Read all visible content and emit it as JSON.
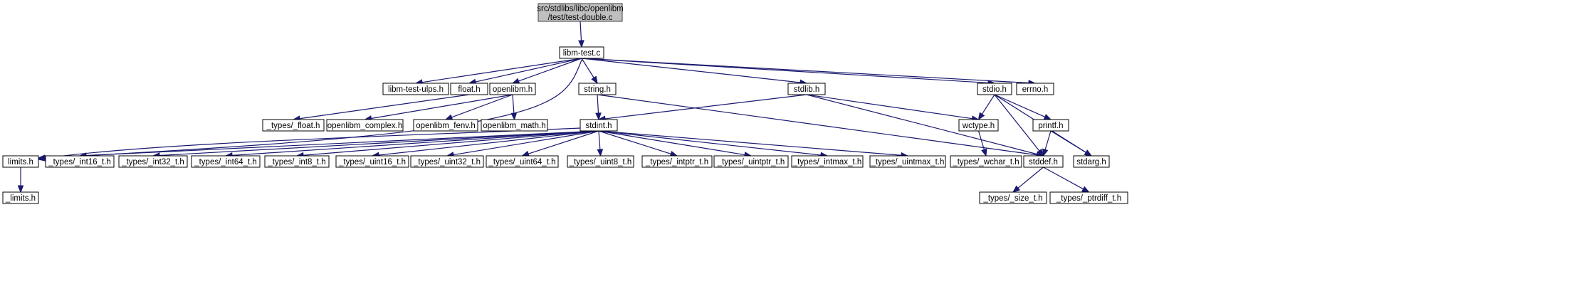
{
  "nodes": [
    {
      "id": "root",
      "lines": [
        "src/stdlibs/libc/openlibm",
        "/test/test-double.c"
      ],
      "root": true
    },
    {
      "id": "libm_test_c",
      "lines": [
        "libm-test.c"
      ]
    },
    {
      "id": "libm_test_ulps_h",
      "lines": [
        "libm-test-ulps.h"
      ]
    },
    {
      "id": "float_h",
      "lines": [
        "float.h"
      ]
    },
    {
      "id": "openlibm_h",
      "lines": [
        "openlibm.h"
      ]
    },
    {
      "id": "string_h",
      "lines": [
        "string.h"
      ]
    },
    {
      "id": "stdlib_h",
      "lines": [
        "stdlib.h"
      ]
    },
    {
      "id": "stdio_h",
      "lines": [
        "stdio.h"
      ]
    },
    {
      "id": "errno_h",
      "lines": [
        "errno.h"
      ]
    },
    {
      "id": "types_float_h",
      "lines": [
        "_types/_float.h"
      ]
    },
    {
      "id": "openlibm_complex_h",
      "lines": [
        "openlibm_complex.h"
      ]
    },
    {
      "id": "openlibm_fenv_h",
      "lines": [
        "openlibm_fenv.h"
      ]
    },
    {
      "id": "openlibm_math_h",
      "lines": [
        "openlibm_math.h"
      ]
    },
    {
      "id": "stdint_h",
      "lines": [
        "stdint.h"
      ]
    },
    {
      "id": "wctype_h",
      "lines": [
        "wctype.h"
      ]
    },
    {
      "id": "printf_h",
      "lines": [
        "printf.h"
      ]
    },
    {
      "id": "limits_h",
      "lines": [
        "limits.h"
      ]
    },
    {
      "id": "types_int16_t_h",
      "lines": [
        "_types/_int16_t.h"
      ]
    },
    {
      "id": "types_int32_t_h",
      "lines": [
        "_types/_int32_t.h"
      ]
    },
    {
      "id": "types_int64_t_h",
      "lines": [
        "_types/_int64_t.h"
      ]
    },
    {
      "id": "types_int8_t_h",
      "lines": [
        "_types/_int8_t.h"
      ]
    },
    {
      "id": "types_uint16_t_h",
      "lines": [
        "_types/_uint16_t.h"
      ]
    },
    {
      "id": "types_uint32_t_h",
      "lines": [
        "_types/_uint32_t.h"
      ]
    },
    {
      "id": "types_uint64_t_h",
      "lines": [
        "_types/_uint64_t.h"
      ]
    },
    {
      "id": "types_uint8_t_h",
      "lines": [
        "_types/_uint8_t.h"
      ]
    },
    {
      "id": "types_intptr_t_h",
      "lines": [
        "_types/_intptr_t.h"
      ]
    },
    {
      "id": "types_uintptr_t_h",
      "lines": [
        "_types/_uintptr_t.h"
      ]
    },
    {
      "id": "types_intmax_t_h",
      "lines": [
        "_types/_intmax_t.h"
      ]
    },
    {
      "id": "types_uintmax_t_h",
      "lines": [
        "_types/_uintmax_t.h"
      ]
    },
    {
      "id": "types_wchar_t_h",
      "lines": [
        "_types/_wchar_t.h"
      ]
    },
    {
      "id": "stddef_h",
      "lines": [
        "stddef.h"
      ]
    },
    {
      "id": "stdarg_h",
      "lines": [
        "stdarg.h"
      ]
    },
    {
      "id": "limits_inner_h",
      "lines": [
        "_limits.h"
      ]
    },
    {
      "id": "types_size_t_h",
      "lines": [
        "_types/_size_t.h"
      ]
    },
    {
      "id": "types_ptrdiff_t_h",
      "lines": [
        "_types/_ptrdiff_t.h"
      ]
    }
  ],
  "edges": [
    {
      "from": "root",
      "to": "libm_test_c"
    },
    {
      "from": "libm_test_c",
      "to": "libm_test_ulps_h"
    },
    {
      "from": "libm_test_c",
      "to": "float_h"
    },
    {
      "from": "libm_test_c",
      "to": "openlibm_h"
    },
    {
      "from": "libm_test_c",
      "to": "string_h"
    },
    {
      "from": "libm_test_c",
      "to": "stdlib_h"
    },
    {
      "from": "libm_test_c",
      "to": "stdio_h"
    },
    {
      "from": "libm_test_c",
      "to": "errno_h"
    },
    {
      "from": "libm_test_c",
      "to": "limits_h"
    },
    {
      "from": "float_h",
      "to": "types_float_h"
    },
    {
      "from": "openlibm_h",
      "to": "openlibm_complex_h"
    },
    {
      "from": "openlibm_h",
      "to": "openlibm_fenv_h"
    },
    {
      "from": "openlibm_h",
      "to": "openlibm_math_h"
    },
    {
      "from": "string_h",
      "to": "stdint_h"
    },
    {
      "from": "string_h",
      "to": "stddef_h"
    },
    {
      "from": "stdlib_h",
      "to": "stdint_h"
    },
    {
      "from": "stdlib_h",
      "to": "wctype_h"
    },
    {
      "from": "stdlib_h",
      "to": "stddef_h"
    },
    {
      "from": "stdio_h",
      "to": "wctype_h"
    },
    {
      "from": "stdio_h",
      "to": "printf_h"
    },
    {
      "from": "stdio_h",
      "to": "stddef_h"
    },
    {
      "from": "stdio_h",
      "to": "stdarg_h"
    },
    {
      "from": "stdint_h",
      "to": "limits_h"
    },
    {
      "from": "stdint_h",
      "to": "types_int16_t_h"
    },
    {
      "from": "stdint_h",
      "to": "types_int32_t_h"
    },
    {
      "from": "stdint_h",
      "to": "types_int64_t_h"
    },
    {
      "from": "stdint_h",
      "to": "types_int8_t_h"
    },
    {
      "from": "stdint_h",
      "to": "types_uint16_t_h"
    },
    {
      "from": "stdint_h",
      "to": "types_uint32_t_h"
    },
    {
      "from": "stdint_h",
      "to": "types_uint64_t_h"
    },
    {
      "from": "stdint_h",
      "to": "types_uint8_t_h"
    },
    {
      "from": "stdint_h",
      "to": "types_intptr_t_h"
    },
    {
      "from": "stdint_h",
      "to": "types_uintptr_t_h"
    },
    {
      "from": "stdint_h",
      "to": "types_intmax_t_h"
    },
    {
      "from": "stdint_h",
      "to": "types_uintmax_t_h"
    },
    {
      "from": "wctype_h",
      "to": "types_wchar_t_h"
    },
    {
      "from": "printf_h",
      "to": "stddef_h"
    },
    {
      "from": "printf_h",
      "to": "stdarg_h"
    },
    {
      "from": "limits_h",
      "to": "limits_inner_h"
    },
    {
      "from": "stddef_h",
      "to": "types_size_t_h"
    },
    {
      "from": "stddef_h",
      "to": "types_ptrdiff_t_h"
    }
  ],
  "colors": {
    "edge": "#191970",
    "root_fill": "#bfbfbf",
    "node_fill": "#ffffff",
    "node_border": "#000000"
  }
}
